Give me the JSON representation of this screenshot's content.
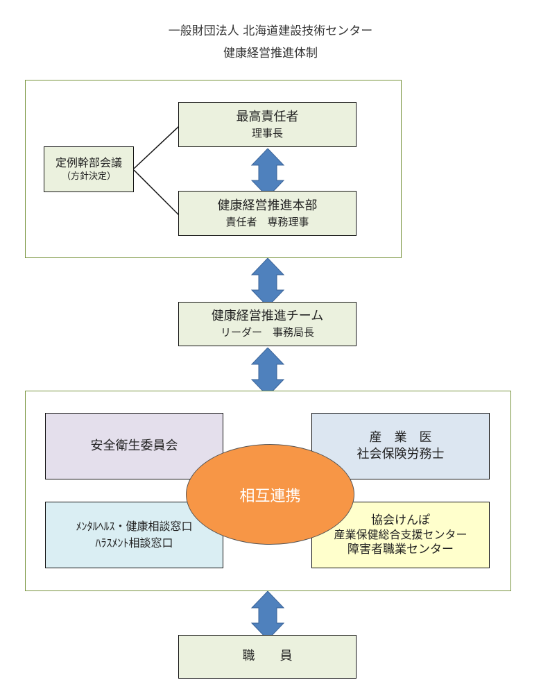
{
  "header": {
    "organization": "一般財団法人 北海道建設技術センター",
    "title": "健康経営推進体制"
  },
  "top_group": {
    "meeting": {
      "line1": "定例幹部会議",
      "line2": "（方針決定）"
    },
    "chief": {
      "title": "最高責任者",
      "subtitle": "理事長"
    },
    "headquarters": {
      "title": "健康経営推進本部",
      "subtitle": "責任者　専務理事"
    }
  },
  "team": {
    "title": "健康経営推進チーム",
    "subtitle": "リーダー　事務局長"
  },
  "bottom_group": {
    "center": "相互連携",
    "safety_committee": {
      "line1": "安全衛生委員会"
    },
    "doctor": {
      "line1": "産　業　医",
      "line2": "社会保険労務士"
    },
    "consultation": {
      "line1": "ﾒﾝﾀﾙﾍﾙｽ・健康相談窓口",
      "line2": "ﾊﾗｽﾒﾝﾄ相談窓口"
    },
    "external": {
      "line1": "協会けんぽ",
      "line2": "産業保健総合支援センター",
      "line3": "障害者職業センター"
    }
  },
  "staff": {
    "label": "職　　員"
  },
  "colors": {
    "arrow": "#4f81bd",
    "group_border": "#77933c",
    "box_beige": "#ebf1de",
    "ellipse": "#f79646"
  }
}
